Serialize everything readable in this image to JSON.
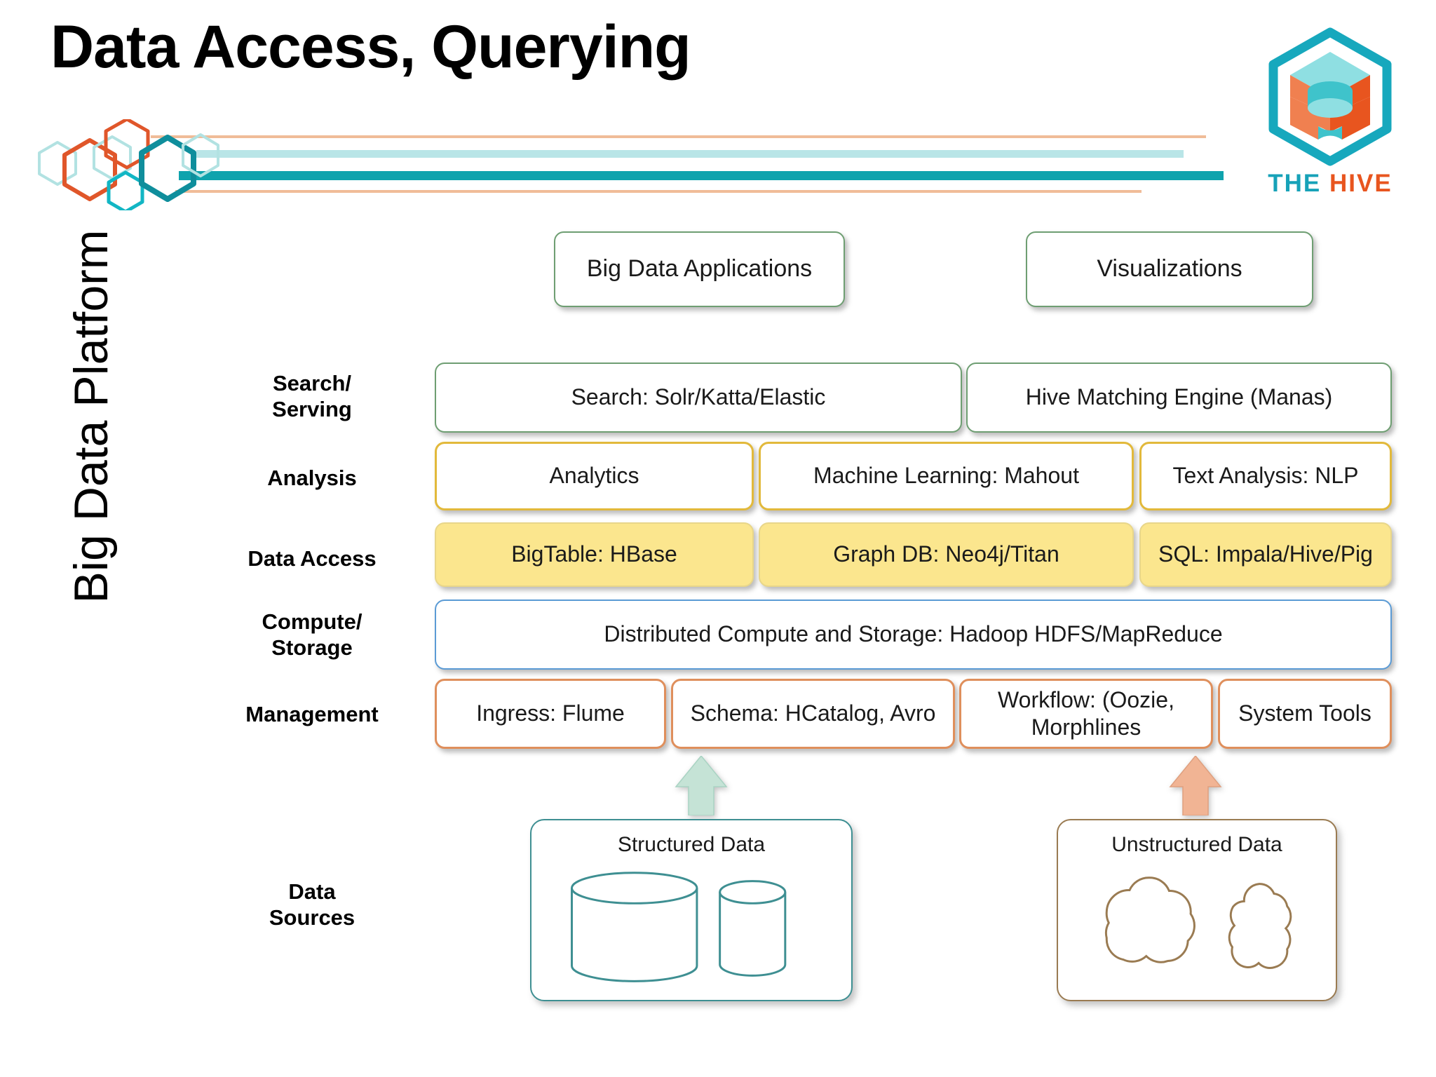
{
  "slide": {
    "title": "Data Access, Querying",
    "vertical_label": "Big Data Platform"
  },
  "brand": {
    "logo_icon": "hive-cube-hexagon-logo",
    "word_the": "THE",
    "word_hive": "HIVE",
    "color_teal": "#17a2b8",
    "color_orange": "#e8551f"
  },
  "decoration": {
    "icon": "hexagon-line-motif",
    "colors": {
      "orange": "#e0562a",
      "light_teal": "#9fdce0",
      "teal": "#0fa3ad",
      "peach": "#f0bc98",
      "pale_teal": "#b9e5e7"
    }
  },
  "top_row": {
    "boxes": [
      {
        "label": "Big Data Applications",
        "border_color": "#6e9e72"
      },
      {
        "label": "Visualizations",
        "border_color": "#6e9e72"
      }
    ]
  },
  "layers": [
    {
      "label": "Search/\nServing",
      "label_line1": "Search/",
      "label_line2": "Serving",
      "border_color": "#6e9e72",
      "fill": "#ffffff",
      "boxes": [
        {
          "label": "Search: Solr/Katta/Elastic"
        },
        {
          "label": "Hive Matching Engine (Manas)"
        }
      ]
    },
    {
      "label": "Analysis",
      "label_line1": "Analysis",
      "label_line2": "",
      "border_color": "#e2b93b",
      "fill": "#ffffff",
      "boxes": [
        {
          "label": "Analytics"
        },
        {
          "label": "Machine Learning: Mahout"
        },
        {
          "label": "Text Analysis: NLP"
        }
      ]
    },
    {
      "label": "Data Access",
      "label_line1": "Data Access",
      "label_line2": "",
      "border_color": "#e8d68a",
      "fill": "#fbe68e",
      "boxes": [
        {
          "label": "BigTable: HBase"
        },
        {
          "label": "Graph DB: Neo4j/Titan"
        },
        {
          "label": "SQL: Impala/Hive/Pig"
        }
      ]
    },
    {
      "label": "Compute/\nStorage",
      "label_line1": "Compute/",
      "label_line2": "Storage",
      "border_color": "#5b9bd5",
      "fill": "#ffffff",
      "boxes": [
        {
          "label": "Distributed Compute and Storage: Hadoop HDFS/MapReduce"
        }
      ]
    },
    {
      "label": "Management",
      "label_line1": "Management",
      "label_line2": "",
      "border_color": "#df8f5c",
      "fill": "#ffffff",
      "boxes": [
        {
          "label": "Ingress: Flume"
        },
        {
          "label": "Schema: HCatalog, Avro"
        },
        {
          "label": "Workflow: (Oozie, Morphlines"
        },
        {
          "label": "System Tools"
        }
      ]
    }
  ],
  "data_sources": {
    "label_line1": "Data",
    "label_line2": "Sources",
    "groups": [
      {
        "title": "Structured Data",
        "border_color": "#3e8f92",
        "arrow_color": "#c5e3d6",
        "icon": "database-cylinder-icon"
      },
      {
        "title": "Unstructured Data",
        "border_color": "#9a7b52",
        "arrow_color": "#f1b494",
        "icon": "cloud-blob-icon"
      }
    ]
  }
}
